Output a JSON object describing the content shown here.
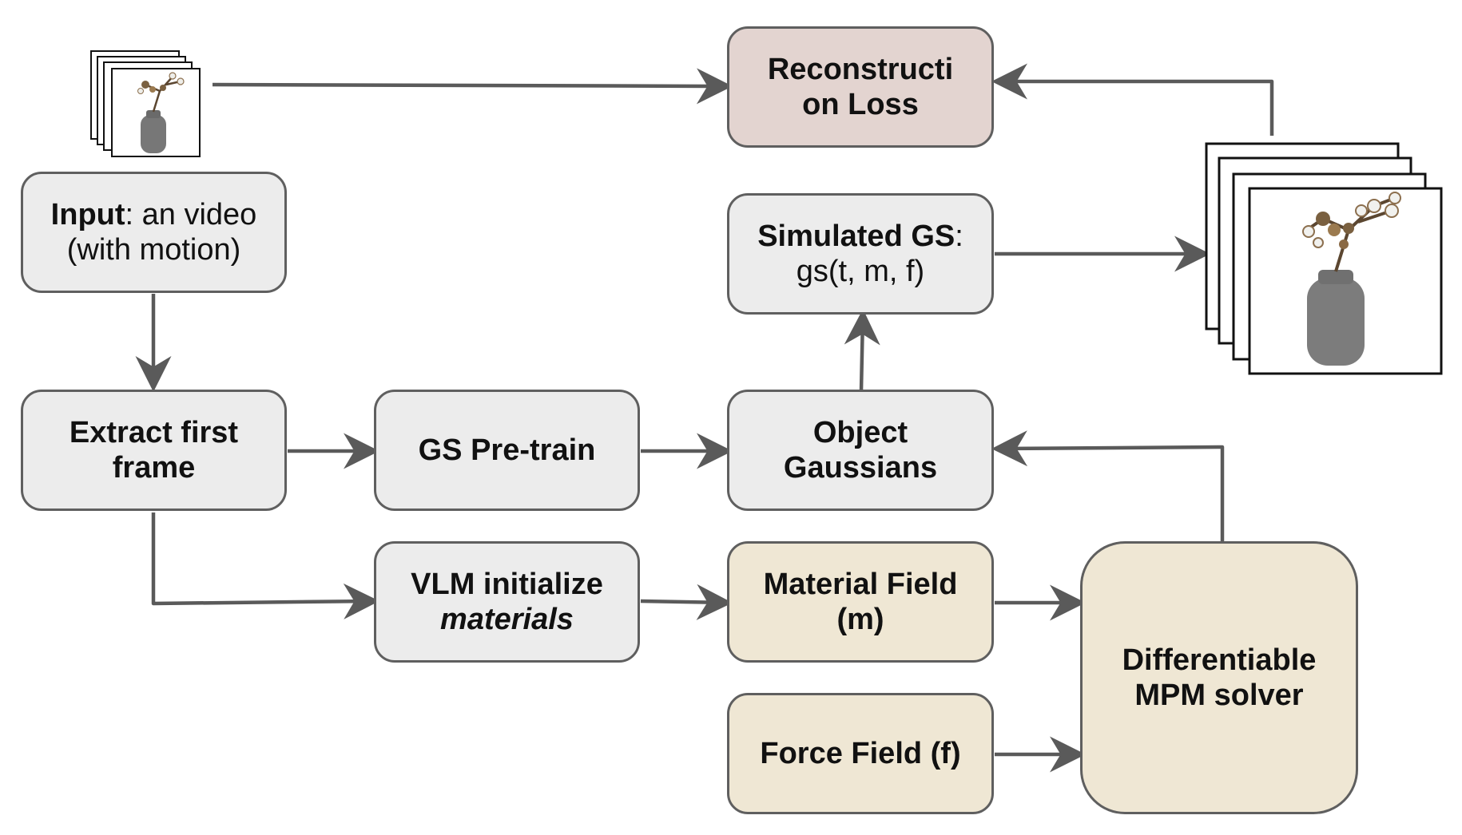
{
  "colors": {
    "node_default": "#ececec",
    "node_tan": "#efe7d4",
    "node_loss": "#e3d4d0",
    "border": "#5f5f5f",
    "arrow": "#5a5a5a"
  },
  "nodes": {
    "input": {
      "bold": "Input",
      "rest": ": an video (with motion)"
    },
    "extract": {
      "label": "Extract first frame"
    },
    "gs_pretrain": {
      "label": "GS Pre-train"
    },
    "vlm": {
      "line1": "VLM initialize",
      "line2": "materials"
    },
    "object_gaussians": {
      "label": "Object Gaussians"
    },
    "simulated_gs": {
      "bold": "Simulated GS",
      "rest": ": gs(t, m, f)"
    },
    "reconstruction_loss": {
      "label": "Reconstructi on Loss"
    },
    "material_field": {
      "label": "Material Field (m)"
    },
    "force_field": {
      "label": "Force Field (f)"
    },
    "mpm_solver": {
      "label": "Differentiable MPM solver"
    }
  },
  "images": {
    "input_frames": {
      "icon": "video-frames-icon",
      "subject": "vase-with-cotton-branch"
    },
    "output_frames": {
      "icon": "video-frames-icon",
      "subject": "vase-with-cotton-branch"
    }
  }
}
